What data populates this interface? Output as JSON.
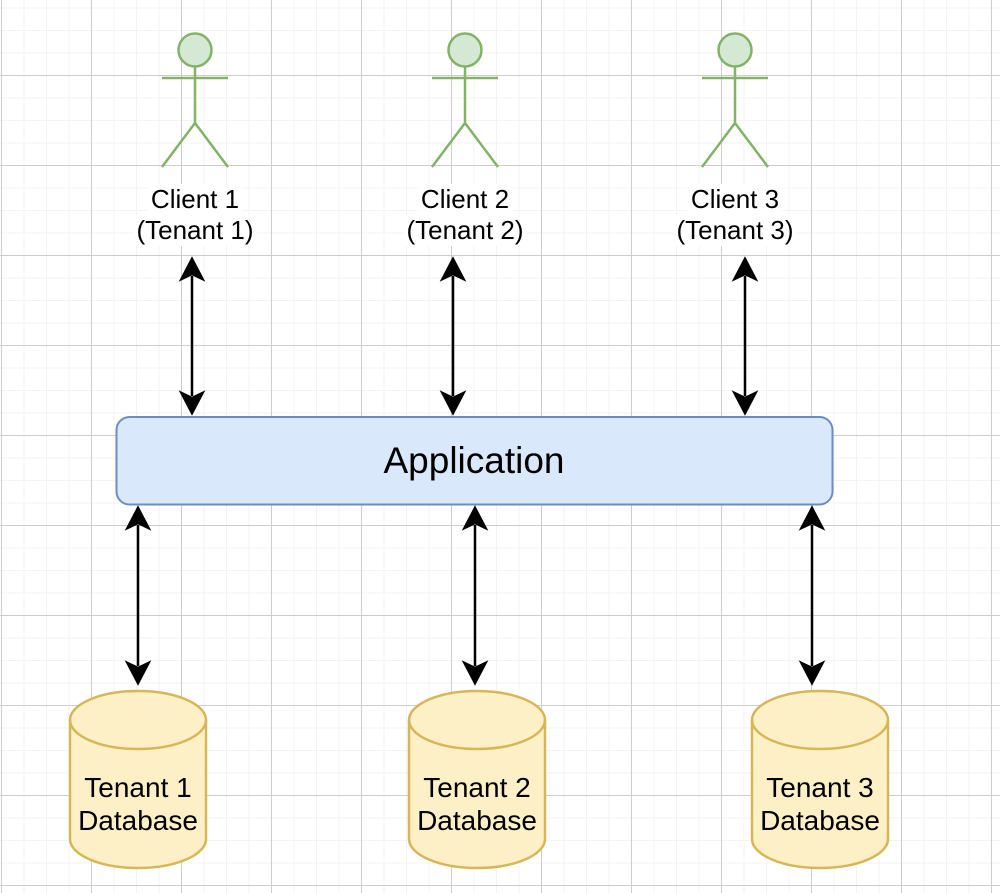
{
  "application": {
    "label": "Application"
  },
  "clients": [
    {
      "line1": "Client 1",
      "line2": "(Tenant 1)"
    },
    {
      "line1": "Client 2",
      "line2": "(Tenant 2)"
    },
    {
      "line1": "Client 3",
      "line2": "(Tenant 3)"
    }
  ],
  "databases": [
    {
      "line1": "Tenant 1",
      "line2": "Database"
    },
    {
      "line1": "Tenant 2",
      "line2": "Database"
    },
    {
      "line1": "Tenant 3",
      "line2": "Database"
    }
  ],
  "colors": {
    "actor_stroke": "#82b366",
    "actor_fill": "#d5e8d4",
    "application_fill": "#dae8fc",
    "application_stroke": "#6c8ebf",
    "database_fill": "#fdf0c6",
    "database_stroke": "#d6b656",
    "arrow": "#000000",
    "text": "#000000"
  }
}
